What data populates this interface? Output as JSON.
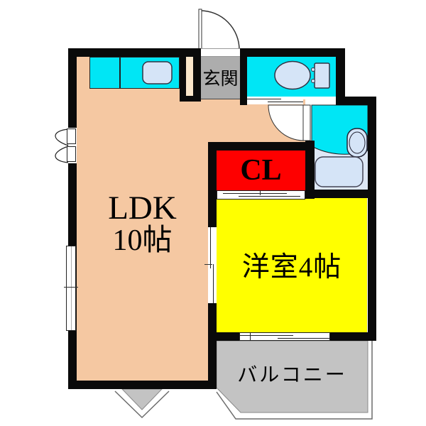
{
  "plan": {
    "type": "apartment-floor-plan",
    "rooms": {
      "ldk": {
        "name": "LDK",
        "size": "10帖"
      },
      "western": {
        "label": "洋室4帖"
      },
      "closet": {
        "label": "CL"
      },
      "entrance": {
        "label": "玄関"
      },
      "balcony": {
        "label": "バルコニー"
      }
    },
    "icons": {
      "entrance_door": "swing-door-icon",
      "bath_door": "swing-door-icon",
      "toilet": "toilet-icon",
      "washbasin": "washbasin-icon",
      "bathtub": "bathtub-icon",
      "kitchen_sink": "kitchen-sink-icon",
      "casement_window": "casement-window-icon",
      "sliding_window": "sliding-window-icon",
      "room_sliding_door": "sliding-door-icon",
      "closet_door": "sliding-closet-door-icon",
      "toilet_door": "sliding-door-icon",
      "balcony_window": "sliding-window-icon"
    },
    "colors": {
      "wall": "#0a0a0a",
      "ldk_floor": "#F5C8A2",
      "cream": "#FBE7CB",
      "aqua": "#00E6F5",
      "closet_red": "#FE0000",
      "room_yellow": "#FFFF00",
      "entrance_gray": "#ADADAD",
      "balcony_gray": "#C3C3C3",
      "fixture_blue": "#D5E4F7",
      "fixture_light": "#DEE8F6"
    }
  }
}
